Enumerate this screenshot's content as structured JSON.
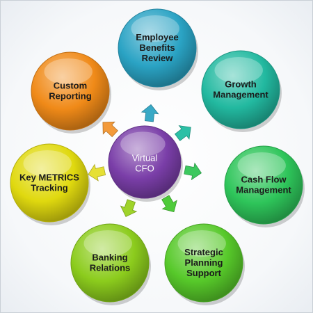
{
  "center": {
    "lines": [
      "Virtual",
      "CFO"
    ],
    "color": "#7a3ea8"
  },
  "nodes": [
    {
      "id": "employee-benefits-review",
      "lines": [
        "Employee",
        "Benefits",
        "Review"
      ],
      "color": "#2aa3c4",
      "arrow_color": "#38a9c6"
    },
    {
      "id": "growth-management",
      "lines": [
        "Growth",
        "Management"
      ],
      "color": "#22b9a0",
      "arrow_color": "#2cc0a6"
    },
    {
      "id": "cash-flow-management",
      "lines": [
        "Cash Flow",
        "Management"
      ],
      "color": "#2ec55a",
      "arrow_color": "#3cc85e"
    },
    {
      "id": "strategic-planning-support",
      "lines": [
        "Strategic",
        "Planning",
        "Support"
      ],
      "color": "#57c92a",
      "arrow_color": "#4ecb3a"
    },
    {
      "id": "banking-relations",
      "lines": [
        "Banking",
        "Relations"
      ],
      "color": "#8ccc1d",
      "arrow_color": "#9fd32a"
    },
    {
      "id": "key-metrics-tracking",
      "lines": [
        "Key METRICS",
        "Tracking"
      ],
      "color": "#e0d90f",
      "arrow_color": "#e6e035"
    },
    {
      "id": "custom-reporting",
      "lines": [
        "Custom",
        "Reporting"
      ],
      "color": "#f08a18",
      "arrow_color": "#f39a3a"
    }
  ]
}
